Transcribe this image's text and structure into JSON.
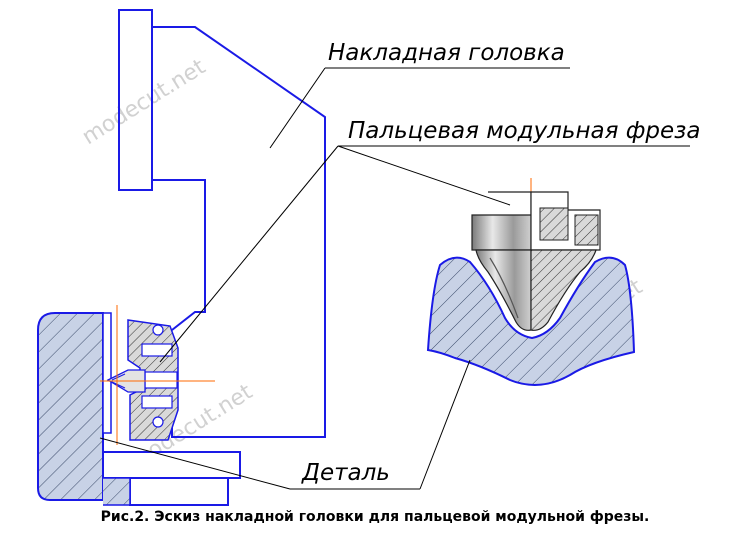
{
  "labels": {
    "overlay_head": "Накладная головка",
    "finger_cutter": "Пальцевая модульная фреза",
    "part": "Деталь"
  },
  "caption": "Рис.2. Эскиз накладной головки для пальцевой модульной фрезы.",
  "watermark": "modecut.net",
  "colors": {
    "outline": "#1a1ae6",
    "hatch_fill": "#c8d2e6",
    "hatch_line": "#3a4a6a",
    "leader": "#000000",
    "centerline": "#ff6a00",
    "tool_metal": "#bdbdbd"
  }
}
